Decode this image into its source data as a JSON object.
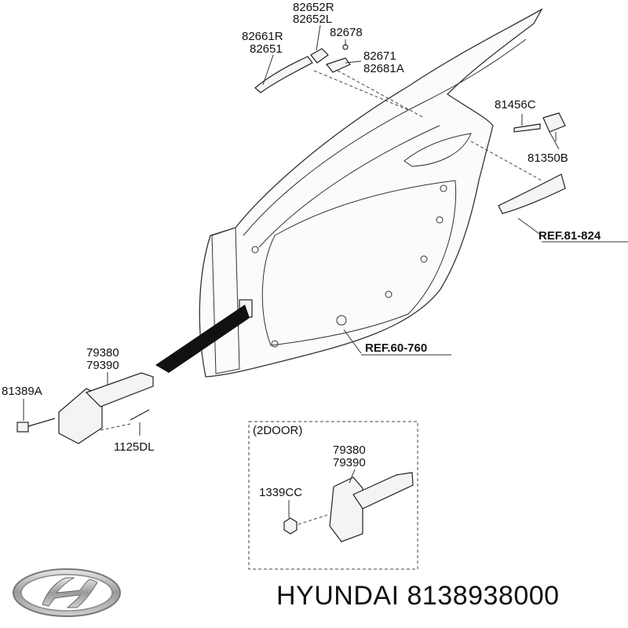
{
  "labels": {
    "l82652r": "82652R",
    "l82652l": "82652L",
    "l82661r": "82661R",
    "l82678": "82678",
    "l82651": "82651",
    "l82671": "82671",
    "l82681a": "82681A",
    "l81456c": "81456C",
    "l81350b": "81350B",
    "ref81824": "REF.81-824",
    "ref60760": "REF.60-760",
    "l79380a": "79380",
    "l79390a": "79390",
    "l81389a": "81389A",
    "l1125dl": "1125DL",
    "door2": "(2DOOR)",
    "l79380b": "79380",
    "l79390b": "79390",
    "l1339cc": "1339CC"
  },
  "footer": {
    "brand_text": "HYUNDAI 8138938000"
  },
  "icons": {
    "logo": "hyundai-logo-icon"
  }
}
